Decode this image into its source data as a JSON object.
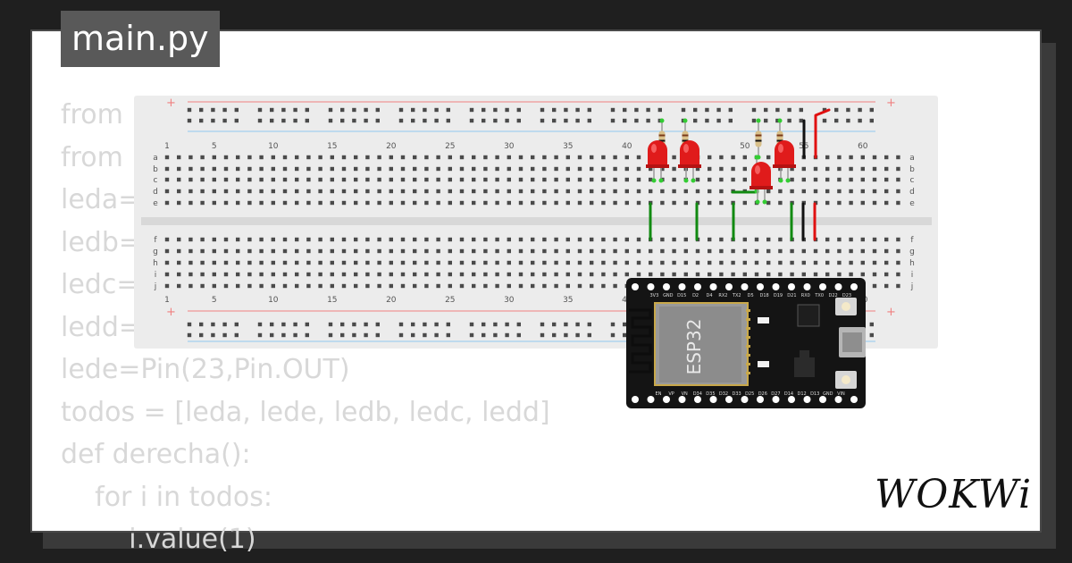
{
  "editor": {
    "filename": "main.py",
    "code_lines": [
      "from",
      "from",
      "leda=",
      "ledb=",
      "ledc=",
      "ledd=",
      "lede=Pin(23,Pin.OUT)",
      "todos = [leda, lede, ledb, ledc, ledd]",
      "def derecha():",
      "    for i in todos:",
      "        i.value(1)"
    ]
  },
  "breadboard": {
    "column_numbers": [
      "1",
      "5",
      "10",
      "15",
      "20",
      "25",
      "30",
      "35",
      "40",
      "45",
      "50",
      "55",
      "60"
    ],
    "row_letters_top": [
      "a",
      "b",
      "c",
      "d",
      "e"
    ],
    "row_letters_bottom": [
      "f",
      "g",
      "h",
      "i",
      "j"
    ],
    "rail_plus": "+",
    "rail_minus": "-"
  },
  "esp32": {
    "chip_label": "ESP32",
    "top_pin_labels": [
      "D23",
      "D22",
      "TX0",
      "RX0",
      "D21",
      "D19",
      "D18",
      "D5",
      "TX2",
      "RX2",
      "D4",
      "D2",
      "D15",
      "GND",
      "3V3"
    ],
    "bottom_pin_labels": [
      "EN",
      "VP",
      "VN",
      "D34",
      "D35",
      "D32",
      "D33",
      "D25",
      "D26",
      "D27",
      "D14",
      "D12",
      "D13",
      "GND",
      "VIN"
    ]
  },
  "brand": {
    "name": "WOKWi"
  },
  "colors": {
    "led": "#e01b1b",
    "wire_green": "#118a11",
    "wire_black": "#111111",
    "wire_red": "#e01010",
    "rail_red": "#f08080",
    "rail_blue": "#8fc8f0"
  }
}
